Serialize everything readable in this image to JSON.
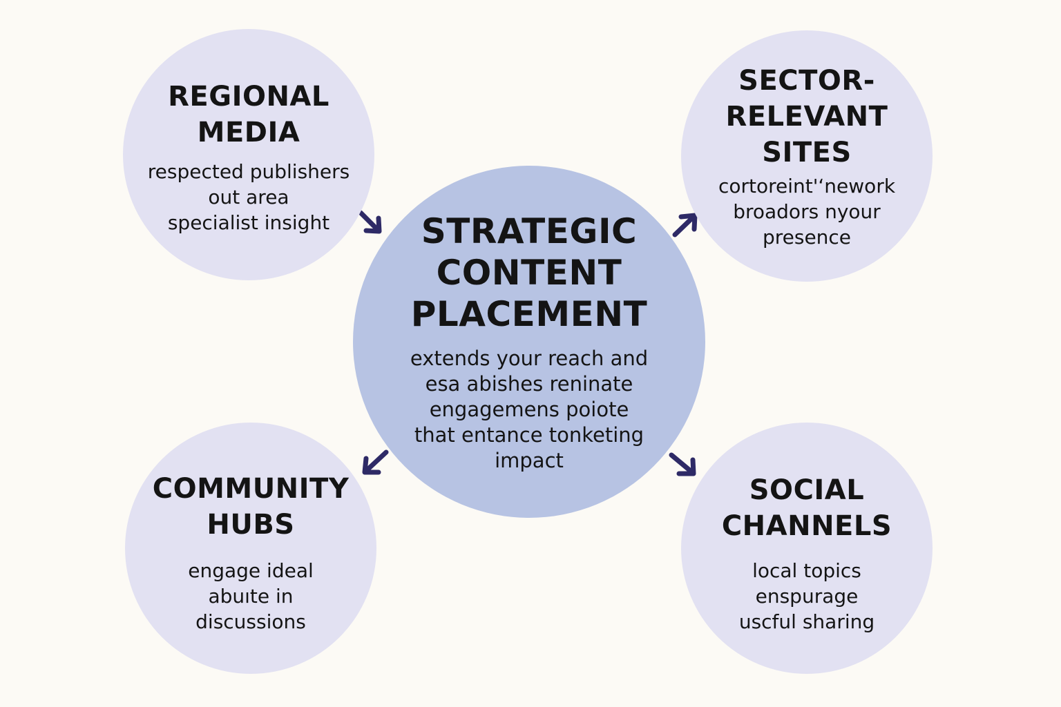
{
  "colors": {
    "background": "#fcfaf5",
    "satellite_fill": "#e2e1f2",
    "hub_fill": "#b7c3e3",
    "arrow": "#2e2a66",
    "text": "#141414"
  },
  "center": {
    "title": "STRATEGIC\nCONTENT\nPLACEMENT",
    "description": "extends your reach and\nesa abishes reninate\nengagemens poiote\nthat entance tonketing\nimpact"
  },
  "nodes": {
    "regional_media": {
      "title": "REGIONAL\nMEDIA",
      "description": "respected publishers\nout area\nspecialist insight"
    },
    "sector_relevant_sites": {
      "title": "SECTOR-\nRELEVANT\nSITES",
      "description": "cortoreint'ʻnework\nbroadors nyour\npresence"
    },
    "community_hubs": {
      "title": "COMMUNITY\nHUBS",
      "description": "engage ideal\nabuıte in\ndiscussions"
    },
    "social_channels": {
      "title": "SOCIAL\nCHANNELS",
      "description": "local topics\nenspurage\nuscful sharing"
    }
  },
  "arrows": [
    {
      "from": "regional_media",
      "to": "center",
      "icon": "arrow-down-right-icon"
    },
    {
      "from": "center",
      "to": "sector_relevant_sites",
      "icon": "arrow-up-right-icon"
    },
    {
      "from": "center",
      "to": "community_hubs",
      "icon": "arrow-down-left-icon"
    },
    {
      "from": "center",
      "to": "social_channels",
      "icon": "arrow-down-right-icon"
    }
  ]
}
